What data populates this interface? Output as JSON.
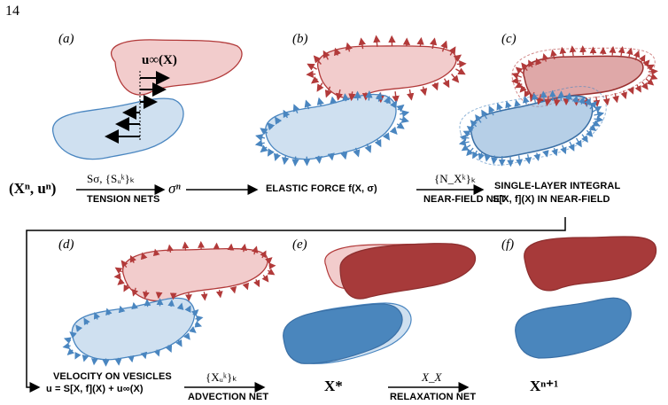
{
  "page_number": "14",
  "panels": {
    "a": {
      "label": "(a)",
      "flow_label": "u∞(X)"
    },
    "b": {
      "label": "(b)"
    },
    "c": {
      "label": "(c)"
    },
    "d": {
      "label": "(d)"
    },
    "e": {
      "label": "(e)"
    },
    "f": {
      "label": "(f)"
    }
  },
  "pipeline_row1": {
    "input": "(Xⁿ, uⁿ)",
    "arrow1_top": "Sσ, {Sᵤᵏ}ₖ",
    "arrow1_bottom": "TENSION NETS",
    "sigma": "σⁿ",
    "elastic_force": "ELASTIC FORCE f(X, σ)",
    "arrow3_top": "{N_Xᵏ}ₖ",
    "arrow3_bottom": "NEAR-FIELD NET",
    "single_layer_line1": "SINGLE-LAYER INTEGRAL",
    "single_layer_line2": "S[X, f](X) IN NEAR-FIELD"
  },
  "pipeline_row2": {
    "velocity_line1": "VELOCITY ON VESICLES",
    "velocity_line2": "u = S[X, f](X) + u∞(X)",
    "arrow4_top": "{Xᵤᵏ}ₖ",
    "arrow4_bottom": "ADVECTION NET",
    "xstar": "X*",
    "arrow5_top": "X_X",
    "arrow5_bottom": "RELAXATION NET",
    "xnext": "Xⁿ⁺¹"
  },
  "colors": {
    "red_fill": "#f2cccc",
    "red_stroke": "#b23a3a",
    "blue_fill": "#cfe0f0",
    "blue_stroke": "#4a86c0",
    "red_solid": "#a73a3a",
    "blue_solid": "#4a86bd"
  }
}
